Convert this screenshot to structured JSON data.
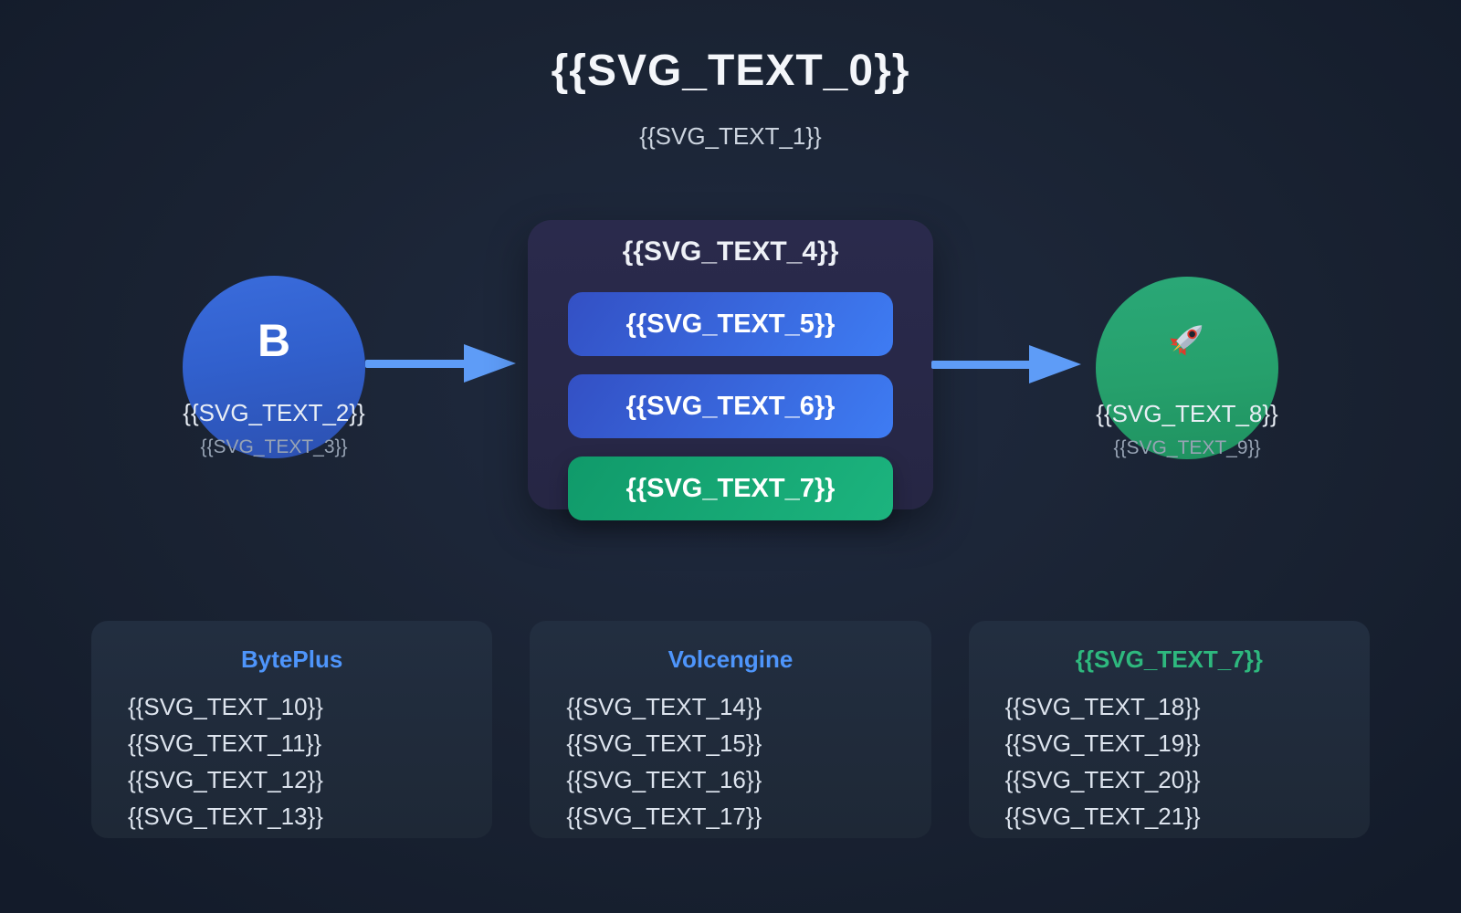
{
  "page": {
    "title": "{{SVG_TEXT_0}}",
    "subtitle": "{{SVG_TEXT_1}}"
  },
  "flow": {
    "source": {
      "icon_letter": "B",
      "label": "{{SVG_TEXT_2}}",
      "sublabel": "{{SVG_TEXT_3}}",
      "circle_color": "#3160cd"
    },
    "processor": {
      "title": "{{SVG_TEXT_4}}",
      "pills": [
        {
          "label": "{{SVG_TEXT_5}}",
          "color": "#3a6ce0"
        },
        {
          "label": "{{SVG_TEXT_6}}",
          "color": "#3a6ce0"
        },
        {
          "label": "{{SVG_TEXT_7}}",
          "color": "#16a774"
        }
      ]
    },
    "target": {
      "icon": "rocket-icon",
      "label": "{{SVG_TEXT_8}}",
      "sublabel": "{{SVG_TEXT_9}}",
      "circle_color": "#26a06c"
    }
  },
  "cards": [
    {
      "title": "BytePlus",
      "title_color": "#4e95fb",
      "items": [
        "{{SVG_TEXT_10}}",
        "{{SVG_TEXT_11}}",
        "{{SVG_TEXT_12}}",
        "{{SVG_TEXT_13}}"
      ]
    },
    {
      "title": "Volcengine",
      "title_color": "#4e95fb",
      "items": [
        "{{SVG_TEXT_14}}",
        "{{SVG_TEXT_15}}",
        "{{SVG_TEXT_16}}",
        "{{SVG_TEXT_17}}"
      ]
    },
    {
      "title": "{{SVG_TEXT_7}}",
      "title_color": "#2eb87e",
      "items": [
        "{{SVG_TEXT_18}}",
        "{{SVG_TEXT_19}}",
        "{{SVG_TEXT_20}}",
        "{{SVG_TEXT_21}}"
      ]
    }
  ],
  "colors": {
    "background": "#1a2333",
    "arrow": "#5e9cf7",
    "box": "#272947",
    "accent_blue": "#4e95fb",
    "accent_green": "#2eb87e"
  }
}
